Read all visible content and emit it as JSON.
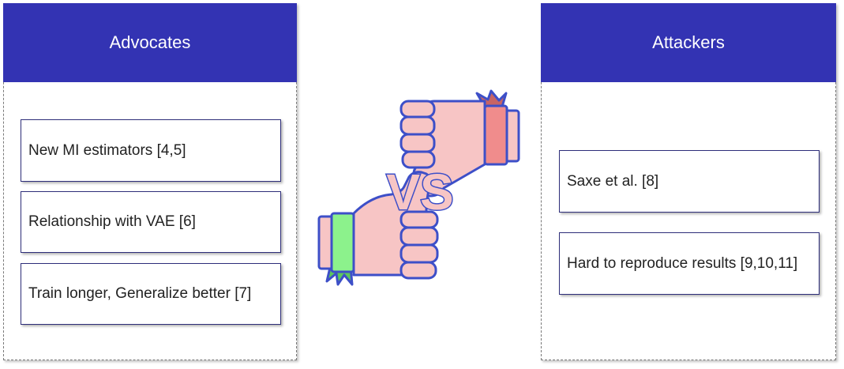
{
  "left_panel": {
    "title": "Advocates",
    "items": [
      {
        "label": "New MI estimators [4,5]"
      },
      {
        "label": "Relationship with VAE [6]"
      },
      {
        "label": "Train longer, Generalize better [7]"
      }
    ]
  },
  "right_panel": {
    "title": "Attackers",
    "items": [
      {
        "label": "Saxe et al. [8]"
      },
      {
        "label": "Hard to reproduce results [9,10,11]"
      }
    ]
  },
  "center": {
    "icon": "fist-bump-versus-icon",
    "vs_text": "VS"
  },
  "colors": {
    "header_bg": "#3333b3",
    "header_text": "#ffffff",
    "fist_fill": "#f7c5c5",
    "outline": "#3d4fc8",
    "top_cuff": "#f08c8c",
    "bottom_cuff": "#8cf28c"
  }
}
